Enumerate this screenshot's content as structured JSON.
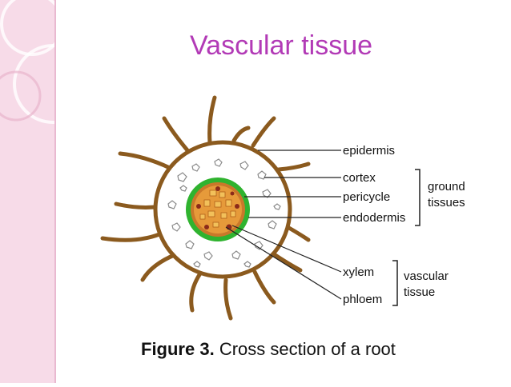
{
  "slide": {
    "title": "Vascular tissue"
  },
  "diagram": {
    "labels": {
      "epidermis": "epidermis",
      "cortex": "cortex",
      "pericycle": "pericycle",
      "endodermis": "endodermis",
      "xylem": "xylem",
      "phloem": "phloem"
    },
    "groups": {
      "ground_line1": "ground",
      "ground_line2": "tissues",
      "vascular_line1": "vascular",
      "vascular_line2": "tissue"
    },
    "caption": {
      "figure": "Figure 3.",
      "text": "Cross section of a root"
    }
  },
  "colors": {
    "title": "#b23ab6",
    "side_band": "#f7dbe8",
    "root_brown": "#8b5a1e",
    "endodermis_green": "#2fb32f",
    "cell_orange": "#e69a3a"
  }
}
